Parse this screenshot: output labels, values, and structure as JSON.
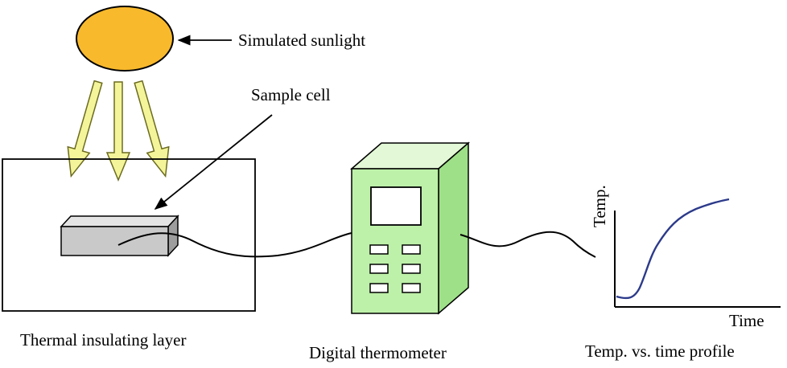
{
  "labels": {
    "sunlight": "Simulated sunlight",
    "sample_cell": "Sample cell",
    "insulating_layer": "Thermal insulating layer",
    "thermometer": "Digital thermometer",
    "profile": "Temp. vs. time profile",
    "y_axis": "Temp.",
    "x_axis": "Time"
  },
  "colors": {
    "sun_fill": "#f8b92c",
    "sun_stroke": "#000000",
    "ray_fill": "#f4f59a",
    "ray_stroke": "#6b6b1f",
    "cell_front": "#c9c9c9",
    "cell_top": "#e4e4e4",
    "cell_side": "#9d9d9d",
    "thermo_front": "#bdf0a9",
    "thermo_top": "#e2f8d6",
    "thermo_side": "#9ee087",
    "curve": "#2c3a8a",
    "line": "#000000"
  }
}
